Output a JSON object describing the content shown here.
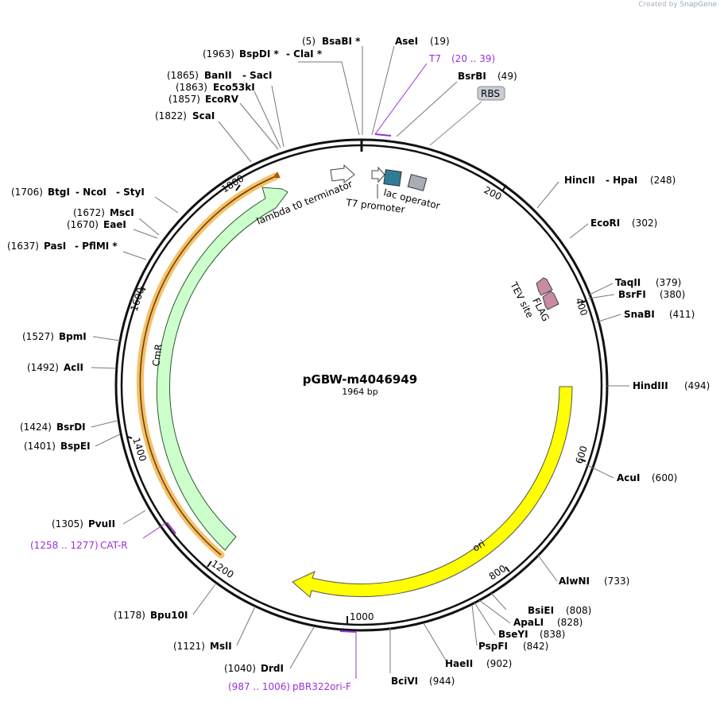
{
  "header": {
    "credit_prefix": "Created by",
    "credit_brand": "SnapGene"
  },
  "plasmid": {
    "name": "pGBW-m4046949",
    "length_label": "1964 bp",
    "length": 1964
  },
  "ticks": [
    "200",
    "400",
    "600",
    "800",
    "1000",
    "1200",
    "1400",
    "1600",
    "1800"
  ],
  "enzymes": [
    {
      "id": "bsabi",
      "pos": "(5)",
      "name": "BsaBI *"
    },
    {
      "id": "asei",
      "pos": "(19)",
      "name": "AseI"
    },
    {
      "id": "bsrbi",
      "pos": "(49)",
      "name": "BsrBI"
    },
    {
      "id": "bspdi",
      "pos": "(1963)",
      "name": "BspDI *",
      "name2": "- ClaI *"
    },
    {
      "id": "banii",
      "pos": "(1865)",
      "name": "BanII",
      "name2": "- SacI"
    },
    {
      "id": "eco53ki",
      "pos": "(1863)",
      "name": "Eco53kI"
    },
    {
      "id": "ecorv",
      "pos": "(1857)",
      "name": "EcoRV"
    },
    {
      "id": "scai",
      "pos": "(1822)",
      "name": "ScaI"
    },
    {
      "id": "btgi",
      "pos": "(1706)",
      "name": "BtgI",
      "name2": "- NcoI",
      "name3": "- StyI"
    },
    {
      "id": "msci",
      "pos": "(1672)",
      "name": "MscI"
    },
    {
      "id": "eaei",
      "pos": "(1670)",
      "name": "EaeI"
    },
    {
      "id": "pasi",
      "pos": "(1637)",
      "name": "PasI",
      "name2": "- PflMI *"
    },
    {
      "id": "bpmi",
      "pos": "(1527)",
      "name": "BpmI"
    },
    {
      "id": "acli",
      "pos": "(1492)",
      "name": "AclI"
    },
    {
      "id": "bsrdi",
      "pos": "(1424)",
      "name": "BsrDI"
    },
    {
      "id": "bspei",
      "pos": "(1401)",
      "name": "BspEI"
    },
    {
      "id": "pvuii",
      "pos": "(1305)",
      "name": "PvuII"
    },
    {
      "id": "bpu10i",
      "pos": "(1178)",
      "name": "Bpu10I"
    },
    {
      "id": "msli",
      "pos": "(1121)",
      "name": "MslI"
    },
    {
      "id": "drdi",
      "pos": "(1040)",
      "name": "DrdI"
    },
    {
      "id": "hincii",
      "pos": "(248)",
      "name": "HincII",
      "name2": "- HpaI"
    },
    {
      "id": "ecori",
      "pos": "(302)",
      "name": "EcoRI"
    },
    {
      "id": "taqii",
      "pos": "(379)",
      "name": "TaqII"
    },
    {
      "id": "bsrfi",
      "pos": "(380)",
      "name": "BsrFI"
    },
    {
      "id": "snabi",
      "pos": "(411)",
      "name": "SnaBI"
    },
    {
      "id": "hindiii",
      "pos": "(494)",
      "name": "HindIII"
    },
    {
      "id": "acui",
      "pos": "(600)",
      "name": "AcuI"
    },
    {
      "id": "alwni",
      "pos": "(733)",
      "name": "AlwNI"
    },
    {
      "id": "bsiei",
      "pos": "(808)",
      "name": "BsiEI"
    },
    {
      "id": "apali",
      "pos": "(828)",
      "name": "ApaLI"
    },
    {
      "id": "bseyi",
      "pos": "(838)",
      "name": "BseYI"
    },
    {
      "id": "pspfi",
      "pos": "(842)",
      "name": "PspFI"
    },
    {
      "id": "haeii",
      "pos": "(902)",
      "name": "HaeII"
    },
    {
      "id": "bcivi",
      "pos": "(944)",
      "name": "BciVI"
    }
  ],
  "primers": [
    {
      "id": "t7",
      "name": "T7",
      "range": "(20 .. 39)"
    },
    {
      "id": "catr",
      "name": "CAT-R",
      "range": "(1258 .. 1277)"
    },
    {
      "id": "pbr322",
      "name": "pBR322ori-F",
      "range": "(987 .. 1006)"
    }
  ],
  "features": {
    "rbs": "RBS",
    "lac_operator": "lac operator",
    "t7_promoter": "T7 promoter",
    "lambda_t0": "lambda t0 terminator",
    "flag": "FLAG",
    "tev_site": "TEV site",
    "ori": "ori",
    "cmr": "CmR"
  },
  "colors": {
    "primer": "#9b30d9",
    "ori": "#ffff00",
    "cmr": "#ccffcc",
    "highlight": "#f2b650",
    "lac_operator": "#2e7d96",
    "rbs": "#c8ccd4",
    "flag": "#c98aa6"
  }
}
